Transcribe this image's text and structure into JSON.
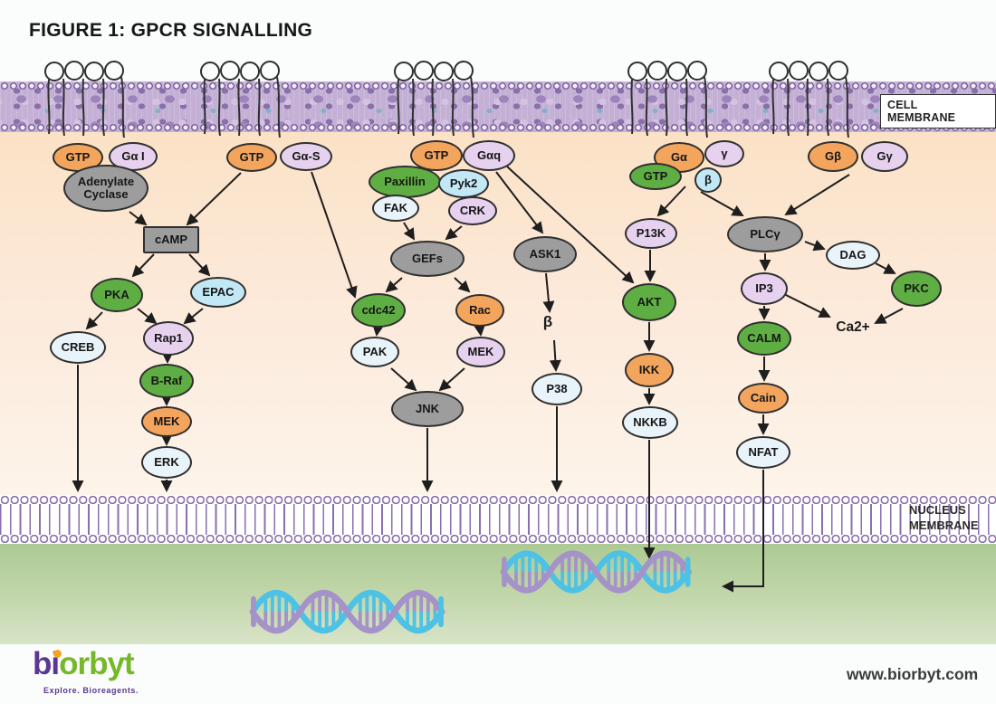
{
  "title": "FIGURE 1: GPCR SIGNALLING",
  "labels": {
    "cell_membrane": "CELL MEMBRANE",
    "nucleus_membrane": "NUCLEUS MEMBRANE"
  },
  "nodes": {
    "gtp_i": "GTP",
    "ga_i": "Gα I",
    "adenylate_cyclase": "Adenylate Cyclase",
    "camp": "cAMP",
    "pka": "PKA",
    "epac": "EPAC",
    "creb": "CREB",
    "rap1": "Rap1",
    "b_raf": "B-Raf",
    "mek_erk": "MEK",
    "erk": "ERK",
    "gtp_s": "GTP",
    "ga_s": "Gα-S",
    "gtp_q": "GTP",
    "gaq": "Gαq",
    "paxillin": "Paxillin",
    "pyk2": "Pyk2",
    "fak": "FAK",
    "crk": "CRK",
    "gefs": "GEFs",
    "cdc42": "cdc42",
    "rac": "Rac",
    "pak": "PAK",
    "mek_jnk": "MEK",
    "jnk": "JNK",
    "ask1": "ASK1",
    "beta_mid": "β",
    "p38": "P38",
    "ga4": "Gα",
    "gtp4": "GTP",
    "gamma4": "γ",
    "beta4": "β",
    "p13k": "P13K",
    "akt": "AKT",
    "ikk": "IKK",
    "nkkb": "NKKB",
    "gb": "Gβ",
    "gg": "Gγ",
    "plcg": "PLCγ",
    "dag": "DAG",
    "ip3": "IP3",
    "pkc": "PKC",
    "calm": "CALM",
    "ca2": "Ca2+",
    "cain": "Cain",
    "nfat": "NFAT"
  },
  "edges": [
    "Adenylate Cyclase→cAMP",
    "GTP(Gα-S receptor)→cAMP",
    "cAMP→PKA",
    "cAMP→EPAC",
    "PKA→CREB",
    "PKA→Rap1",
    "EPAC→Rap1",
    "Rap1→B-Raf",
    "B-Raf→MEK",
    "MEK→ERK",
    "ERK→nucleus",
    "CREB→nucleus",
    "Gα-S→cdc42",
    "FAK→GEFs",
    "CRK→GEFs",
    "GEFs→cdc42",
    "GEFs→Rac",
    "cdc42→PAK",
    "Rac→MEK",
    "PAK→JNK",
    "MEK→JNK",
    "JNK→nucleus",
    "Gαq→ASK1",
    "Gαq→AKT",
    "ASK1→β",
    "β→P38",
    "P38→nucleus",
    "Gβγ→P13K",
    "Gβγ→PLCγ",
    "P13K→AKT",
    "AKT→IKK",
    "IKK→NKKB",
    "NKKB→DNA",
    "Gβ→PLCγ",
    "PLCγ→IP3",
    "PLCγ→DAG",
    "DAG→PKC",
    "PKC→Ca2+",
    "IP3→Ca2+",
    "IP3→CALM",
    "CALM→Cain",
    "Cain→NFAT",
    "NFAT→DNA"
  ],
  "footer": {
    "logo_bi": "bi",
    "logo_orbyt": "orbyt",
    "tagline": "Explore. Bioreagents.",
    "website": "www.biorbyt.com"
  }
}
